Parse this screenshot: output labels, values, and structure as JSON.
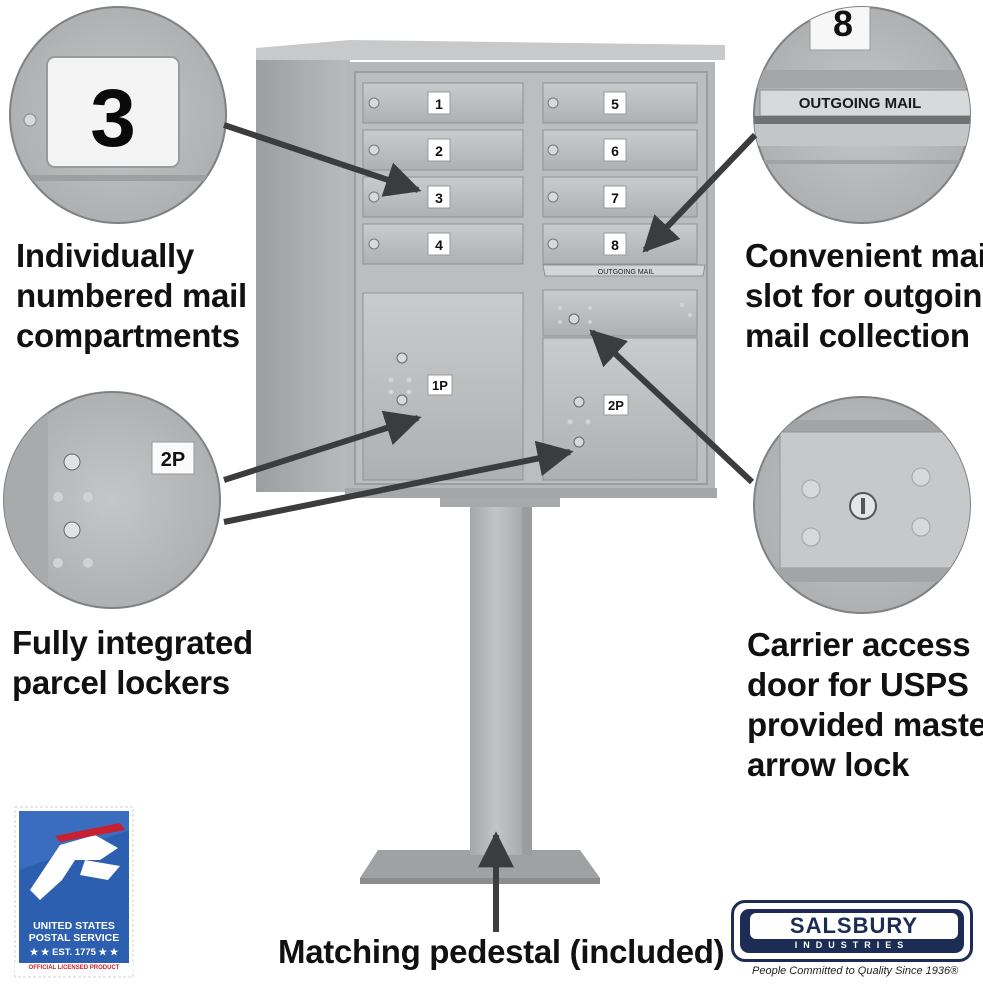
{
  "features": {
    "compartments": [
      "Individually",
      "numbered mail",
      "compartments"
    ],
    "outgoing": [
      "Convenient mail",
      "slot for outgoing",
      "mail collection"
    ],
    "parcel": [
      "Fully integrated",
      "parcel lockers"
    ],
    "carrier": [
      "Carrier access",
      "door for USPS",
      "provided master",
      "arrow lock"
    ],
    "pedestal": "Matching pedestal (included)"
  },
  "mailbox": {
    "left_doors": [
      "1",
      "2",
      "3",
      "4"
    ],
    "right_doors": [
      "5",
      "6",
      "7",
      "8"
    ],
    "parcel_labels": [
      "1P",
      "2P"
    ],
    "outgoing_label": "OUTGOING MAIL"
  },
  "zoom_details": {
    "compartment_number": "3",
    "slot_number": "8",
    "slot_label": "OUTGOING MAIL",
    "parcel_label": "2P"
  },
  "usps_logo": {
    "line1": "UNITED STATES",
    "line2": "POSTAL SERVICE",
    "line3": "★ ★ EST. 1775 ★ ★",
    "line4": "OFFICIAL LICENSED PRODUCT"
  },
  "salsbury_logo": {
    "name": "SALSBURY",
    "sub": "INDUSTRIES",
    "tagline": "People Committed to Quality Since 1936®"
  },
  "colors": {
    "metal": "#b4b6b7",
    "metal_dark": "#8d8f90",
    "usps_blue": "#2d5fb0",
    "usps_red": "#c8202f",
    "salsbury_navy": "#1d2c55"
  }
}
